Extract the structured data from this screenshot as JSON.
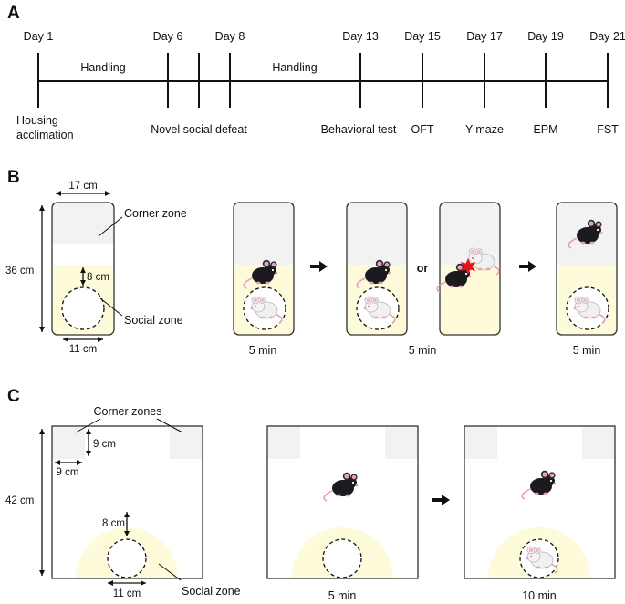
{
  "panels": {
    "a": "A",
    "b": "B",
    "c": "C"
  },
  "timeline": {
    "days": [
      "Day 1",
      "Day 6",
      "Day 8",
      "Day 13",
      "Day 15",
      "Day 17",
      "Day 19",
      "Day 21"
    ],
    "phases": [
      "Handling",
      "Handling"
    ],
    "events": {
      "housing_line1": "Housing",
      "housing_line2": "acclimation",
      "social_defeat": "Novel social defeat",
      "behavioral_test": "Behavioral test",
      "oft": "OFT",
      "ymaze": "Y-maze",
      "epm": "EPM",
      "fst": "FST"
    }
  },
  "panel_b": {
    "width_label": "17 cm",
    "height_label": "36 cm",
    "corner_zone": "Corner zone",
    "distance_label": "8 cm",
    "social_zone": "Social zone",
    "cup_label": "11 cm",
    "or_label": "or",
    "durations": [
      "5 min",
      "5 min",
      "5 min"
    ]
  },
  "panel_c": {
    "corner_zones": "Corner zones",
    "corner_size_v": "9 cm",
    "corner_size_h": "9 cm",
    "height_label": "42 cm",
    "distance_label": "8 cm",
    "social_zone": "Social zone",
    "cup_label": "11 cm",
    "durations": [
      "5 min",
      "10 min"
    ]
  },
  "colors": {
    "corner_fill": "#f2f2f2",
    "social_fill": "#fdfbd9",
    "black_mouse": "#1b1b1f",
    "white_mouse": "#f0f0f0",
    "ear_pink": "#e9a2b4",
    "attack": "#e8141b"
  }
}
